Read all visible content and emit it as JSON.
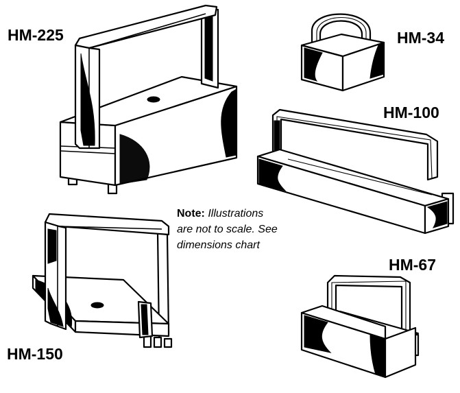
{
  "models": [
    {
      "id": "hm225",
      "label": "HM-225"
    },
    {
      "id": "hm34",
      "label": "HM-34"
    },
    {
      "id": "hm100",
      "label": "HM-100"
    },
    {
      "id": "hm150",
      "label": "HM-150"
    },
    {
      "id": "hm67",
      "label": "HM-67"
    }
  ],
  "note": {
    "lead": "Note:",
    "body": "Illustrations are not to scale. See dimensions chart"
  }
}
